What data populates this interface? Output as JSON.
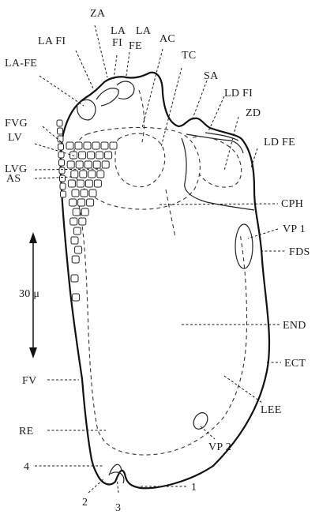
{
  "labels": {
    "za": "ZA",
    "la_fi_top": "LA",
    "la_fi_bottom": "FI",
    "la_fe_top": "LA",
    "la_fe_bottom": "FE",
    "la_fi": "LA FI",
    "la_fe_dash": "LA-FE",
    "ac": "AC",
    "tc": "TC",
    "sa": "SA",
    "ld_fi": "LD FI",
    "zd": "ZD",
    "ld_fe": "LD FE",
    "fvg": "FVG",
    "lv": "LV",
    "lvg": "LVG",
    "as": "AS",
    "cph": "CPH",
    "vp1": "VP 1",
    "fds": "FDS",
    "scale": "30 μ",
    "end": "END",
    "ect": "ECT",
    "fv": "FV",
    "lee": "LEE",
    "re": "RE",
    "vp2": "VP 2",
    "n4": "4",
    "n1": "1",
    "n2": "2",
    "n3": "3"
  }
}
